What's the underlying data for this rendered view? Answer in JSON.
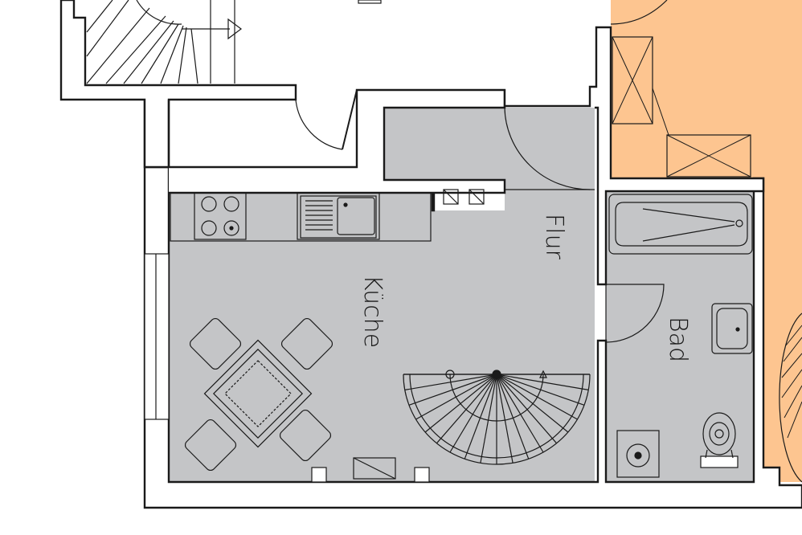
{
  "rooms": {
    "kueche": {
      "label": "Küche"
    },
    "flur": {
      "label": "Flur"
    },
    "bad": {
      "label": "Bad"
    }
  },
  "colors": {
    "floor": "#c4c5c7",
    "neighbor": "#fdc590",
    "wall_fill": "#ffffff",
    "line": "#1a1a1a"
  }
}
